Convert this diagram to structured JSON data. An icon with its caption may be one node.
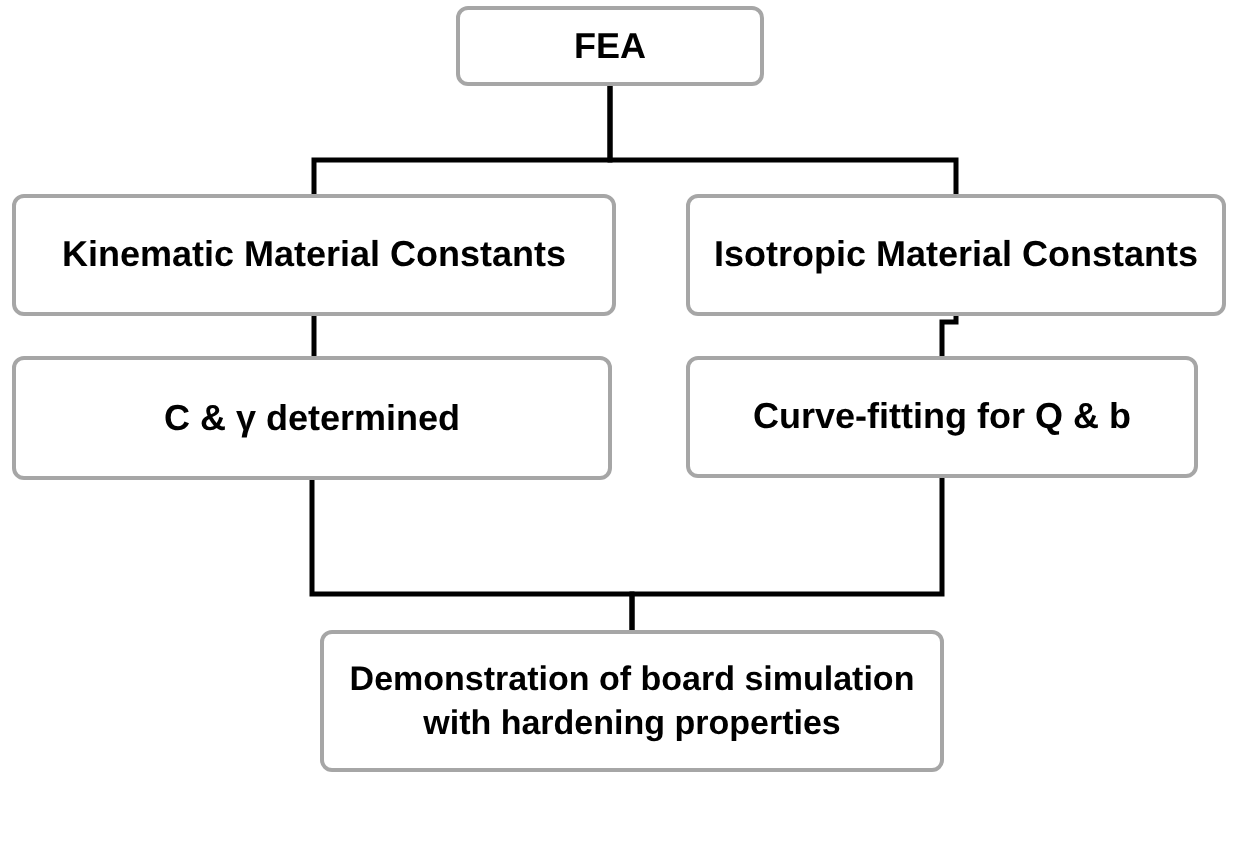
{
  "diagram": {
    "nodes": [
      {
        "text": [
          "FEA"
        ]
      },
      {
        "text": [
          "Kinematic Material Constants"
        ]
      },
      {
        "text": [
          "Isotropic Material Constants"
        ]
      },
      {
        "text": [
          "C & γ determined"
        ]
      },
      {
        "text": [
          "Curve-fitting for Q & b"
        ]
      },
      {
        "text": [
          "Demonstration of board simulation with hardening properties"
        ]
      }
    ],
    "edges": [
      {
        "from": 0,
        "to": 1,
        "arrow": "none"
      },
      {
        "from": 0,
        "to": 2,
        "arrow": "none"
      },
      {
        "from": 1,
        "to": 3,
        "arrow": "none"
      },
      {
        "from": 2,
        "to": 4,
        "arrow": "none"
      },
      {
        "from": 3,
        "to": 5,
        "arrow": "none"
      },
      {
        "from": 4,
        "to": 5,
        "arrow": "none"
      }
    ]
  }
}
